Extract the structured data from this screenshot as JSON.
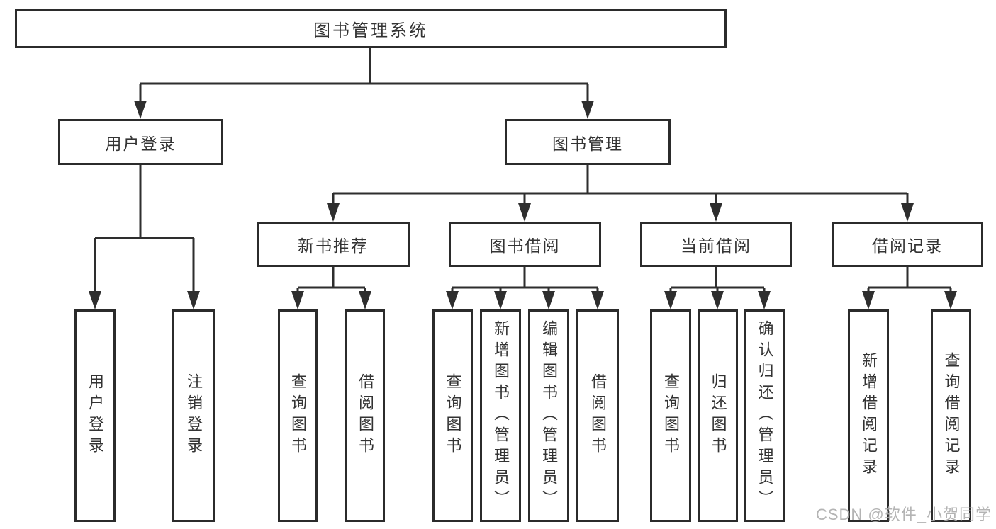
{
  "colors": {
    "line": "#2e2e2e",
    "border": "#2b2b2b",
    "text": "#333333",
    "watermark": "#acacac",
    "background": "#ffffff"
  },
  "root": {
    "label": "图书管理系统"
  },
  "level2": [
    {
      "label": "用户登录"
    },
    {
      "label": "图书管理"
    }
  ],
  "level3": [
    {
      "label": "新书推荐"
    },
    {
      "label": "图书借阅"
    },
    {
      "label": "当前借阅"
    },
    {
      "label": "借阅记录"
    }
  ],
  "leaves": {
    "user_login": [
      "用户登录",
      "注销登录"
    ],
    "new_books": [
      "查询图书",
      "借阅图书"
    ],
    "book_borrow": [
      "查询图书",
      "新增图书（管理员）",
      "编辑图书（管理员）",
      "借阅图书"
    ],
    "current_borrow": [
      "查询图书",
      "归还图书",
      "确认归还（管理员）"
    ],
    "borrow_records": [
      "新增借阅记录",
      "查询借阅记录"
    ]
  },
  "watermark": "CSDN @软件_小贺同学"
}
